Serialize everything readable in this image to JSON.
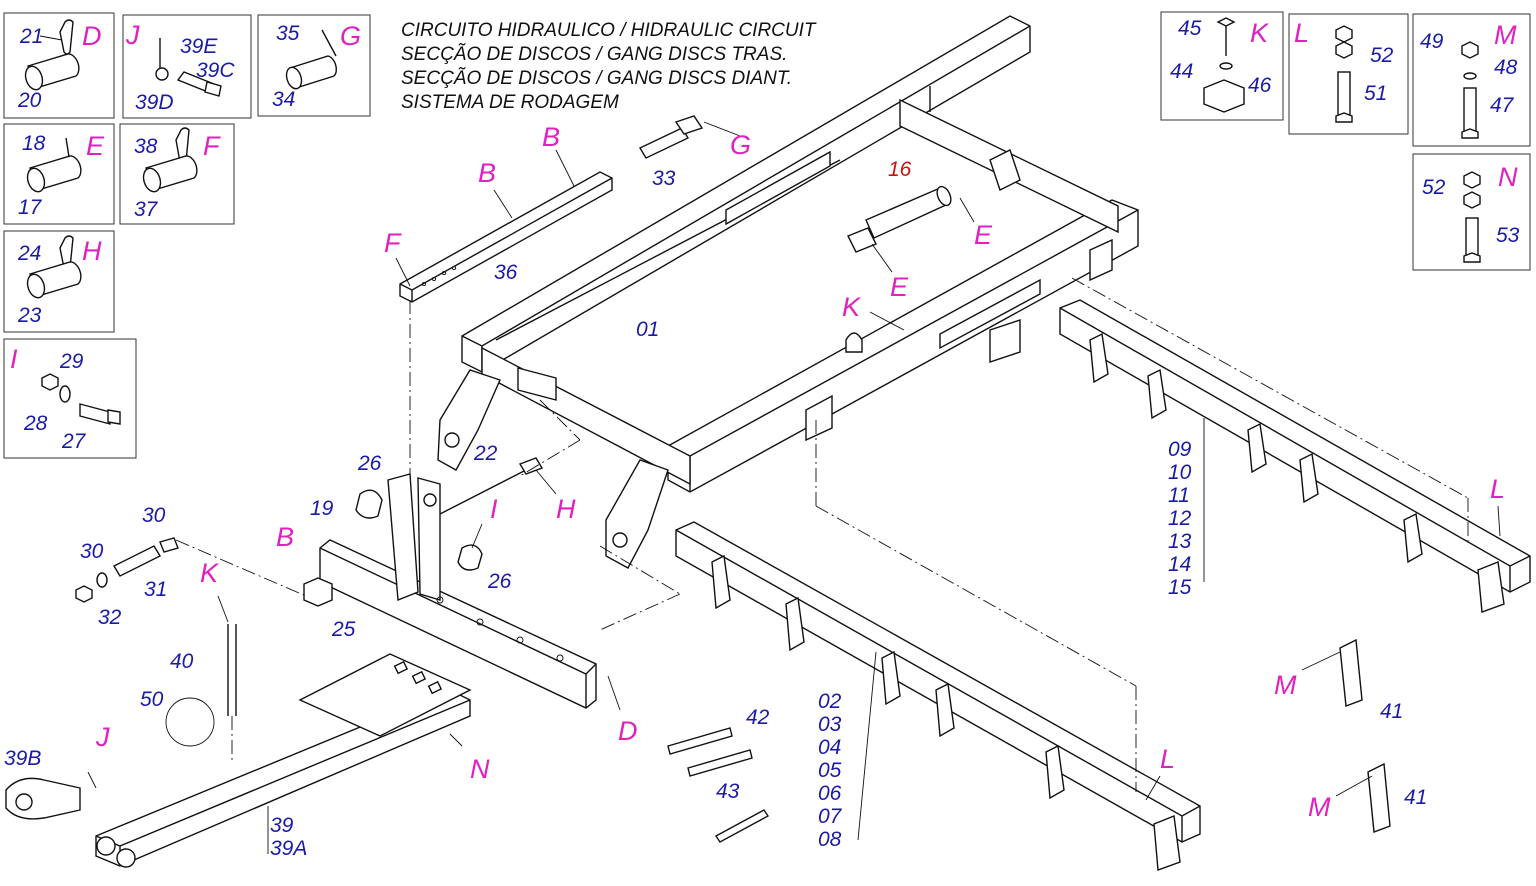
{
  "captions": [
    "CIRCUITO HIDRAULICO / HIDRAULIC CIRCUIT",
    "SECÇÃO DE DISCOS / GANG DISCS TRAS.",
    "SECÇÃO DE DISCOS / GANG DISCS DIANT.",
    "SISTEMA DE RODAGEM"
  ],
  "detail_boxes": {
    "D": {
      "letter": "D",
      "parts": [
        "21",
        "20"
      ]
    },
    "J": {
      "letter": "J",
      "parts": [
        "39E",
        "39C",
        "39D"
      ]
    },
    "G": {
      "letter": "G",
      "parts": [
        "35",
        "34"
      ]
    },
    "E": {
      "letter": "E",
      "parts": [
        "18",
        "17"
      ]
    },
    "F": {
      "letter": "F",
      "parts": [
        "38",
        "37"
      ]
    },
    "H": {
      "letter": "H",
      "parts": [
        "24",
        "23"
      ]
    },
    "I": {
      "letter": "I",
      "parts": [
        "29",
        "28",
        "27"
      ]
    },
    "K": {
      "letter": "K",
      "parts": [
        "45",
        "44",
        "46"
      ]
    },
    "L": {
      "letter": "L",
      "parts": [
        "52",
        "51"
      ]
    },
    "M": {
      "letter": "M",
      "parts": [
        "49",
        "48",
        "47"
      ]
    },
    "N": {
      "letter": "N",
      "parts": [
        "52",
        "53"
      ]
    }
  },
  "main_labels": {
    "frame": "01",
    "cylinder": "16",
    "hitch": "19",
    "drawbar_stack": [
      "39",
      "39A"
    ],
    "rear_gang_stack": [
      "09",
      "10",
      "11",
      "12",
      "13",
      "14",
      "15"
    ],
    "front_gang_stack": [
      "02",
      "03",
      "04",
      "05",
      "06",
      "07",
      "08"
    ],
    "parts": {
      "p22": "22",
      "p25": "25",
      "p26a": "26",
      "p26b": "26",
      "p30a": "30",
      "p30b": "30",
      "p31": "31",
      "p32": "32",
      "p33": "33",
      "p36": "36",
      "p39b": "39B",
      "p40": "40",
      "p41a": "41",
      "p41b": "41",
      "p42": "42",
      "p43": "43",
      "p50": "50"
    },
    "letters": {
      "B1": "B",
      "B2": "B",
      "B3": "B",
      "F": "F",
      "G": "G",
      "E1": "E",
      "E2": "E",
      "K1": "K",
      "K2": "K",
      "H": "H",
      "I": "I",
      "D": "D",
      "J": "J",
      "N": "N",
      "L1": "L",
      "L2": "L",
      "M1": "M",
      "M2": "M"
    }
  }
}
